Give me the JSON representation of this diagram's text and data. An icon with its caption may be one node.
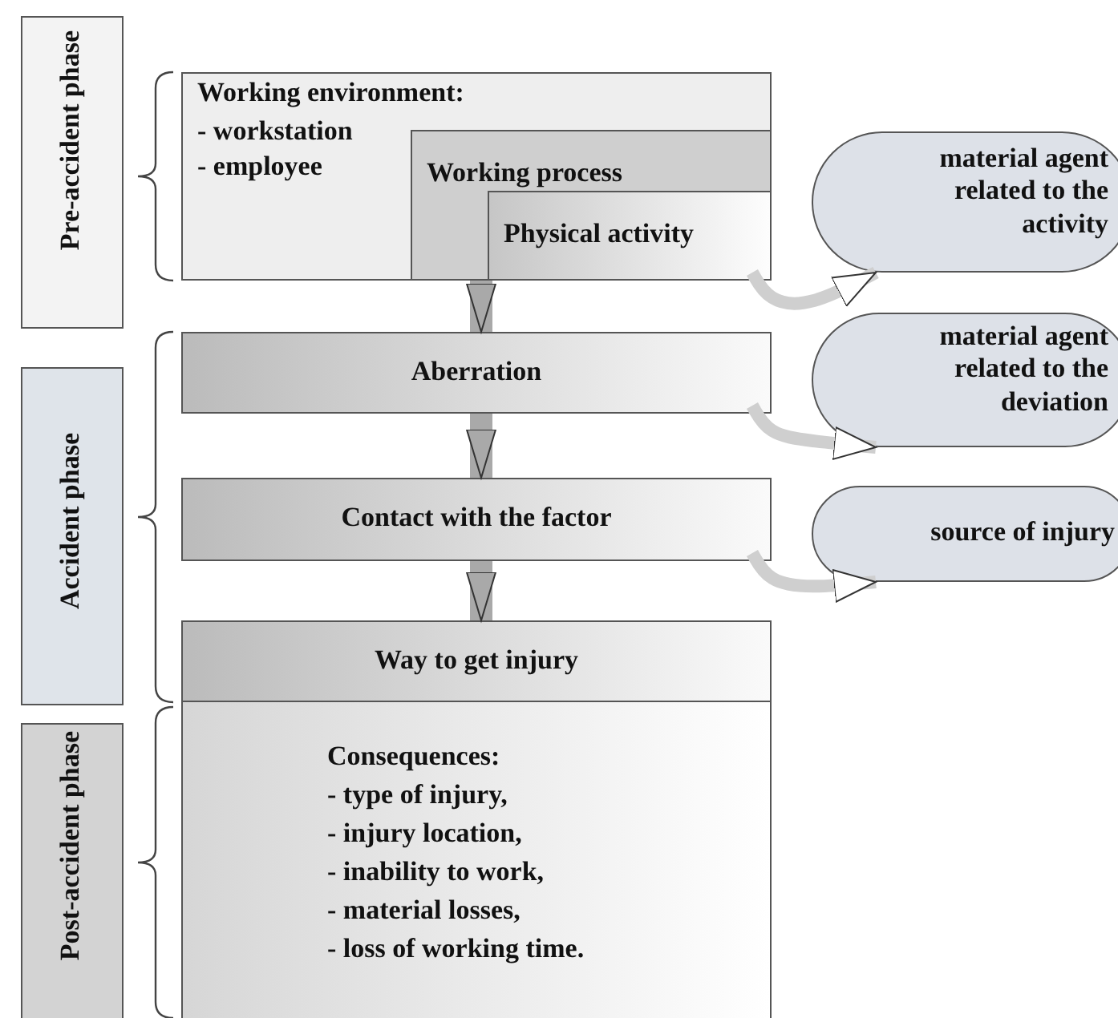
{
  "diagram": {
    "nodes": [
      {
        "text": [
          "Pre-accident phase"
        ]
      },
      {
        "text": [
          "Accident phase"
        ]
      },
      {
        "text": [
          "Post-accident phase"
        ]
      },
      {
        "text": [
          "Working environment:",
          "- workstation",
          "- employee"
        ]
      },
      {
        "text": [
          "Working process"
        ],
        "in": 3
      },
      {
        "text": [
          "Physical activity"
        ],
        "in": 4
      },
      {
        "text": [
          "Aberration"
        ]
      },
      {
        "text": [
          "Contact with the factor"
        ]
      },
      {
        "text": [
          "Way to get injury"
        ]
      },
      {
        "text": [
          "Consequences:",
          "- type of injury,",
          "- injury location,",
          "- inability to work,",
          "- material losses,",
          "- loss of working time."
        ]
      },
      {
        "text": [
          "material agent related to the activity"
        ]
      },
      {
        "text": [
          "material agent related to the deviation"
        ]
      },
      {
        "text": [
          "source of injury"
        ]
      }
    ],
    "edges": [
      {
        "from": 4,
        "to": 6,
        "arrow": "to"
      },
      {
        "from": 6,
        "to": 7,
        "arrow": "to"
      },
      {
        "from": 7,
        "to": 8,
        "arrow": "to"
      },
      {
        "from": 5,
        "to": 10,
        "arrow": "to"
      },
      {
        "from": 6,
        "to": 11,
        "arrow": "to"
      },
      {
        "from": 7,
        "to": 12,
        "arrow": "to"
      }
    ]
  }
}
